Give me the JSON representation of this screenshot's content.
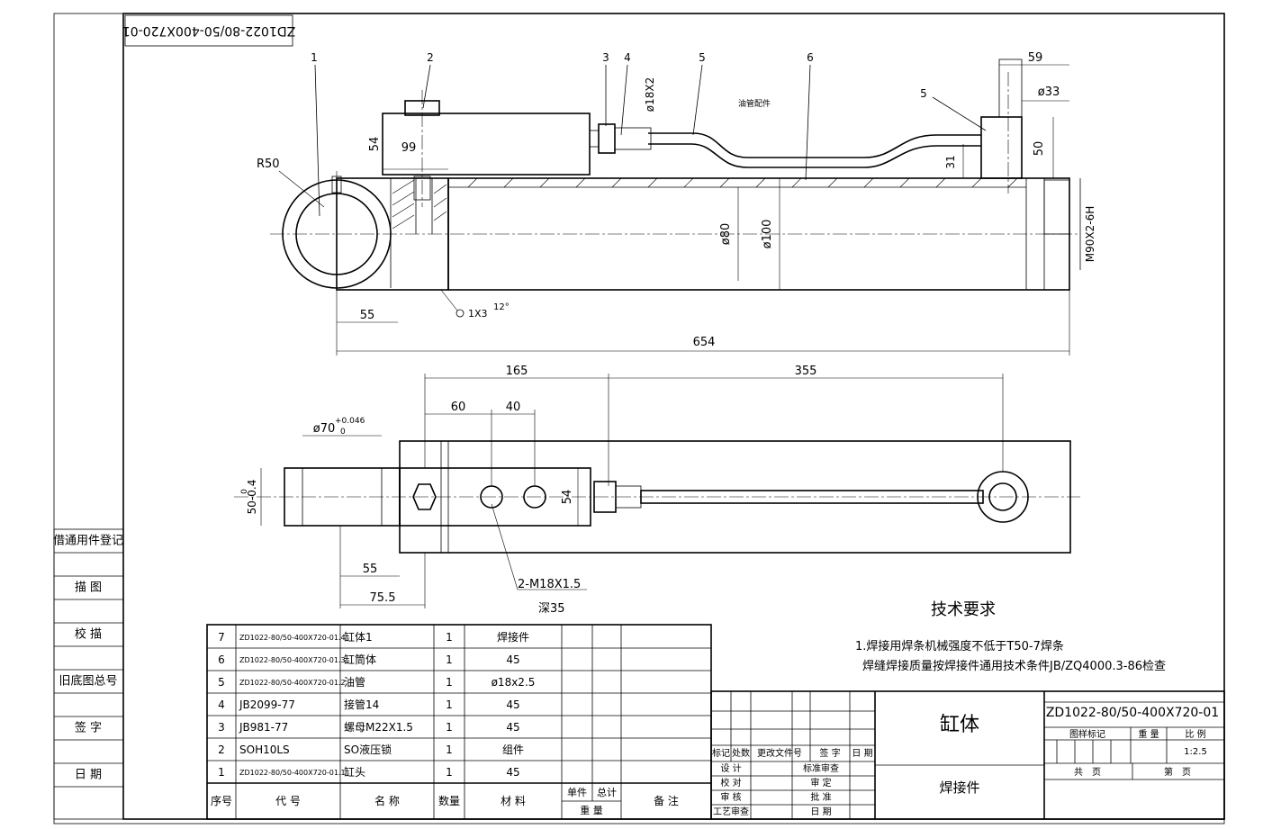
{
  "drawing_code_rotated": "ZD1022-80/50-400X720-01",
  "left_panel": [
    "借通用件登记",
    "描 图",
    "校 描",
    "旧底图总号",
    "签 字",
    "日 期"
  ],
  "front_view": {
    "part_numbers": [
      "1",
      "2",
      "3",
      "4",
      "5",
      "6",
      "5"
    ],
    "dim_r50": "R50",
    "dim_54": "54",
    "dim_99": "99",
    "dim_18x2": "ø18X2",
    "oil_pipe_note": "油管配件",
    "dim_59": "59",
    "dim_33": "ø33",
    "dim_50": "50",
    "dim_31": "31",
    "dim_80": "ø80",
    "dim_100": "ø100",
    "dim_thread": "M90X2-6H",
    "dim_55": "55",
    "dim_654": "654",
    "weld_note": "1X3",
    "weld_angle": "12°"
  },
  "top_view": {
    "dim_165": "165",
    "dim_355": "355",
    "dim_60": "60",
    "dim_40": "40",
    "dim_70": "ø70",
    "tol_70_upper": "+0.046",
    "tol_70_lower": "0",
    "dim_50_04": "50-0.4",
    "tol_50_upper": "0",
    "dim_54": "54",
    "dim_55": "55",
    "dim_75_5": "75.5",
    "hole_note": "2-M18X1.5",
    "hole_depth": "深35"
  },
  "tech_req": {
    "title": "技术要求",
    "line1": "1.焊接用焊条机械强度不低于T50-7焊条",
    "line2": "焊缝焊接质量按焊接件通用技术条件JB/ZQ4000.3-86检查"
  },
  "bom": {
    "rows": [
      {
        "no": "7",
        "code": "ZD1022-80/50-400X720-01.4",
        "name": "缸体1",
        "qty": "1",
        "material": "焊接件"
      },
      {
        "no": "6",
        "code": "ZD1022-80/50-400X720-01.3",
        "name": "缸筒体",
        "qty": "1",
        "material": "45"
      },
      {
        "no": "5",
        "code": "ZD1022-80/50-400X720-01.2",
        "name": "油管",
        "qty": "1",
        "material": "ø18x2.5"
      },
      {
        "no": "4",
        "code": "JB2099-77",
        "name": "接管14",
        "qty": "1",
        "material": "45"
      },
      {
        "no": "3",
        "code": "JB981-77",
        "name": "螺母M22X1.5",
        "qty": "1",
        "material": "45"
      },
      {
        "no": "2",
        "code": "SOH10LS",
        "name": "SO液压锁",
        "qty": "1",
        "material": "组件"
      },
      {
        "no": "1",
        "code": "ZD1022-80/50-400X720-01.1",
        "name": "缸头",
        "qty": "1",
        "material": "45"
      }
    ],
    "headers": {
      "no": "序号",
      "code": "代 号",
      "name": "名 称",
      "qty": "数量",
      "material": "材 料",
      "unit_weight": "单件",
      "total_weight": "总计",
      "weight": "重 量",
      "remark": "备 注"
    }
  },
  "title_block": {
    "drawing_code": "ZD1022-80/50-400X720-01",
    "part_name": "缸体",
    "part_type": "焊接件",
    "rev_headers": [
      "标记",
      "处数",
      "更改文件号",
      "签 字",
      "日 期"
    ],
    "roles_left": [
      "设 计",
      "校 对",
      "审 核",
      "工艺审查"
    ],
    "roles_right": [
      "标准审查",
      "审 定",
      "批 准",
      "日 期"
    ],
    "mark_label": "图样标记",
    "weight_label": "重 量",
    "scale_label": "比 例",
    "scale_value": "1:2.5",
    "total_sheets_label": "共　页",
    "sheet_label": "第　页"
  }
}
